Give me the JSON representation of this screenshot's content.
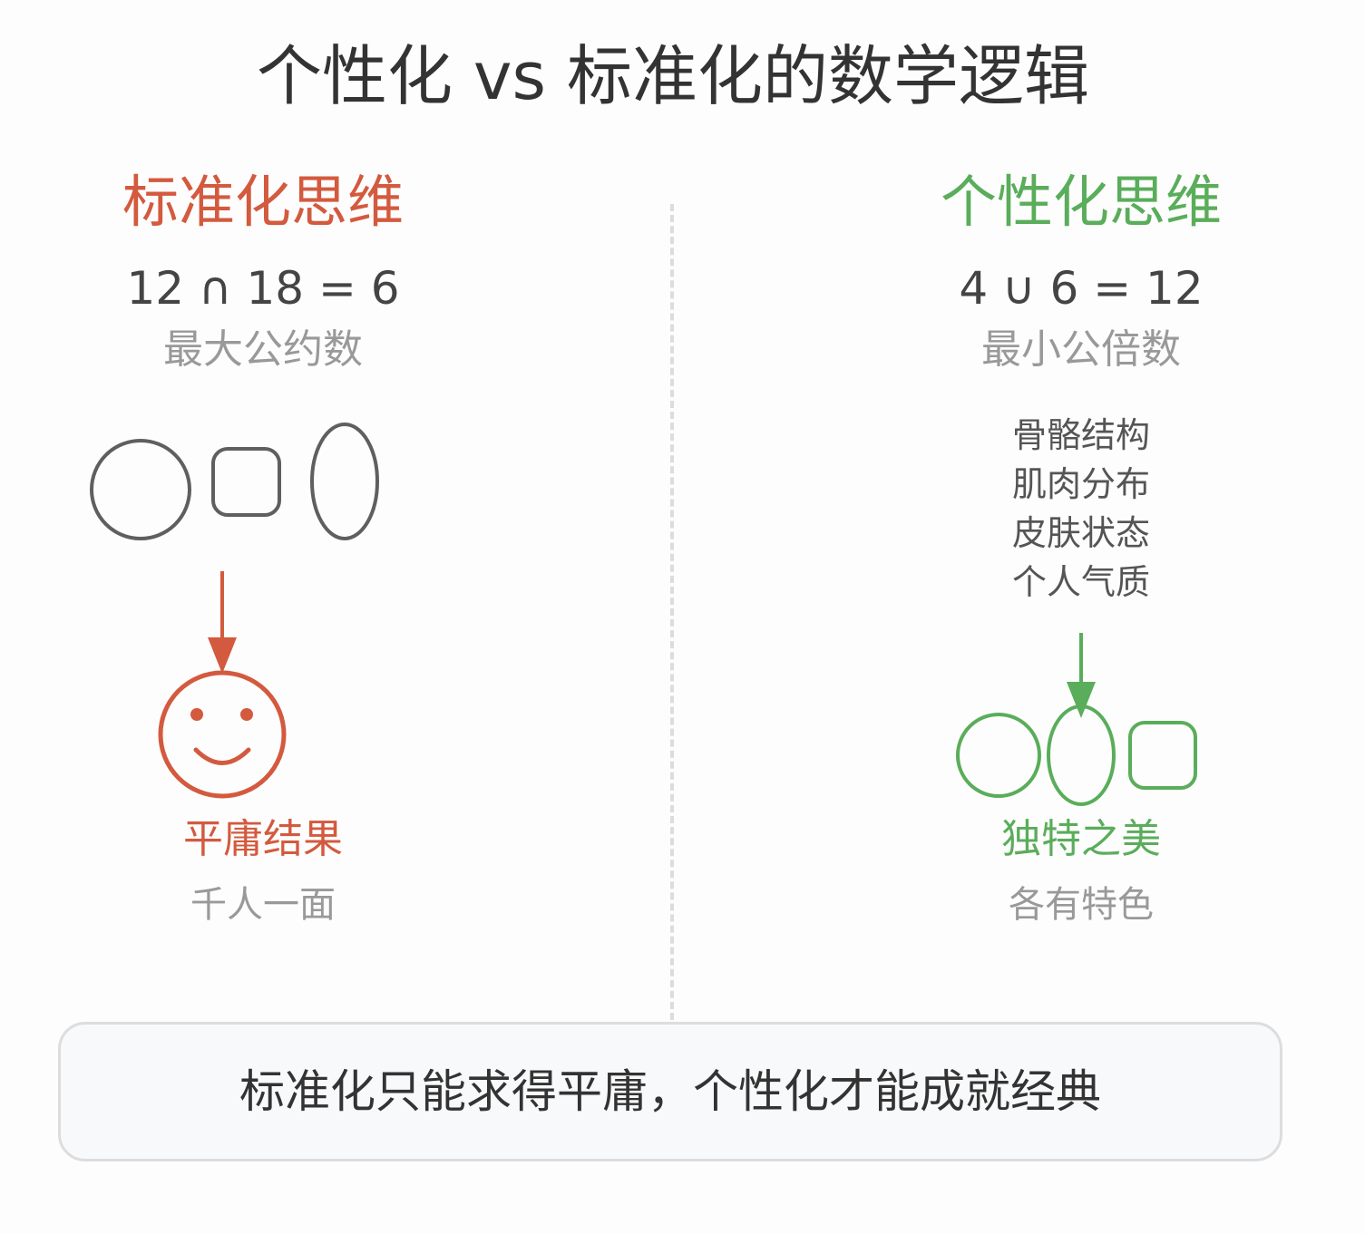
{
  "title": "个性化 vs 标准化的数学逻辑",
  "colors": {
    "standard": "#d35a3e",
    "personal": "#5aad5a",
    "neutral_shape": "#5f5f5f",
    "divider": "#dcdcdc"
  },
  "left": {
    "heading": "标准化思维",
    "equation": "12 ∩ 18 = 6",
    "equation_name": "最大公约数",
    "shapes": [
      "circle",
      "rounded-square",
      "ellipse"
    ],
    "result_icon": "smiley-face-icon",
    "result_label": "平庸结果",
    "result_desc": "千人一面"
  },
  "right": {
    "heading": "个性化思维",
    "equation": "4 ∪ 6 = 12",
    "equation_name": "最小公倍数",
    "factors": [
      "骨骼结构",
      "肌肉分布",
      "皮肤状态",
      "个人气质"
    ],
    "shapes": [
      "circle",
      "ellipse",
      "rounded-square"
    ],
    "result_label": "独特之美",
    "result_desc": "各有特色"
  },
  "conclusion": "标准化只能求得平庸，个性化才能成就经典"
}
